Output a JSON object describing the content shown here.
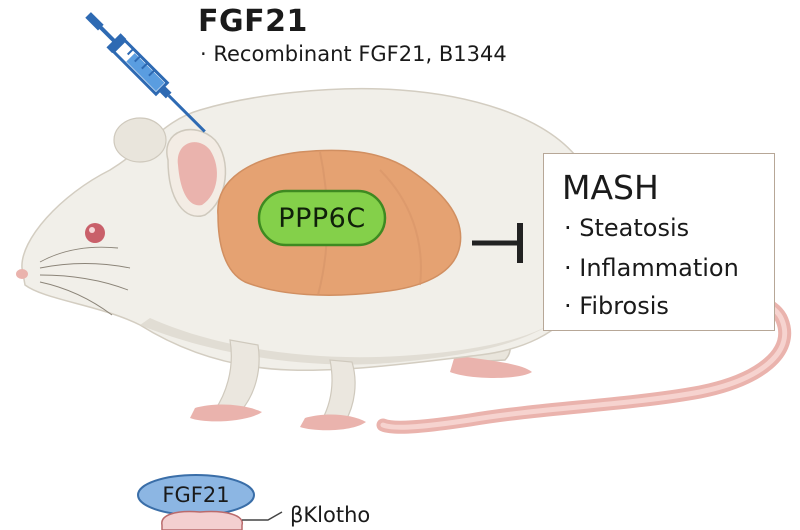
{
  "header": {
    "title": "FGF21",
    "subtitle": "· Recombinant FGF21, B1344"
  },
  "liver": {
    "target_label": "PPP6C"
  },
  "mash_box": {
    "title": "MASH",
    "items": [
      "· Steatosis",
      "· Inflammation",
      "· Fibrosis"
    ]
  },
  "receptor": {
    "ligand_label": "FGF21",
    "coreceptor_label": "βKlotho"
  },
  "colors": {
    "mouse_body": "#f1efe9",
    "mouse_shadow": "#ddd8ce",
    "ear_tail_pink": "#eab3ad",
    "liver": "#e5a272",
    "ppp6c_fill": "#84d04a",
    "ppp6c_stroke": "#3e8a21",
    "syringe_blue": "#2e6ab3",
    "inhibition_line": "#222222",
    "fgf21_oval": "#8cb6e3",
    "klotho_pink": "#f3cfd0"
  },
  "icons": [
    "syringe-icon",
    "mouse-illustration",
    "liver-illustration",
    "inhibition-arrow-icon"
  ]
}
